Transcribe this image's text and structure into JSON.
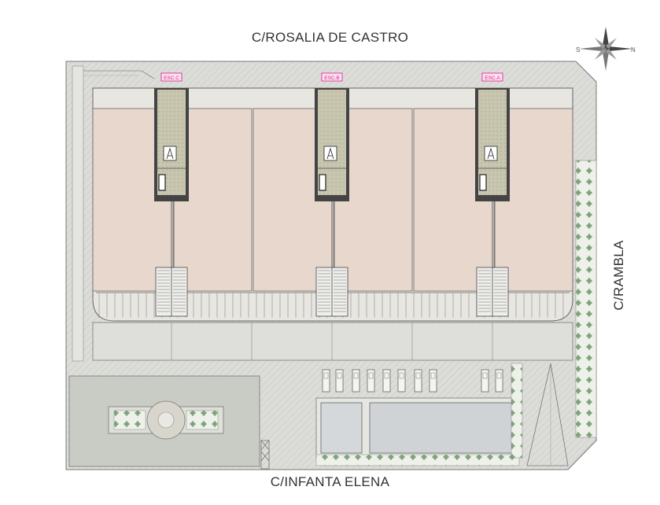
{
  "streets": {
    "top": "C/ROSALIA DE CASTRO",
    "right": "C/RAMBLA",
    "bottom": "C/INFANTA ELENA"
  },
  "stairs": [
    {
      "label": "ESC.C"
    },
    {
      "label": "ESC.B"
    },
    {
      "label": "ESC.A"
    }
  ],
  "compass": {
    "left": "S",
    "right": "N"
  },
  "colors": {
    "unit_fill": "#e8d7cd",
    "paving": "#dcdcd8",
    "core_fill": "#c9c6b0",
    "garden": "#8fb08a",
    "pool": "#cfd3d6",
    "line": "#555555",
    "stair_tag": "#d81b8c"
  }
}
